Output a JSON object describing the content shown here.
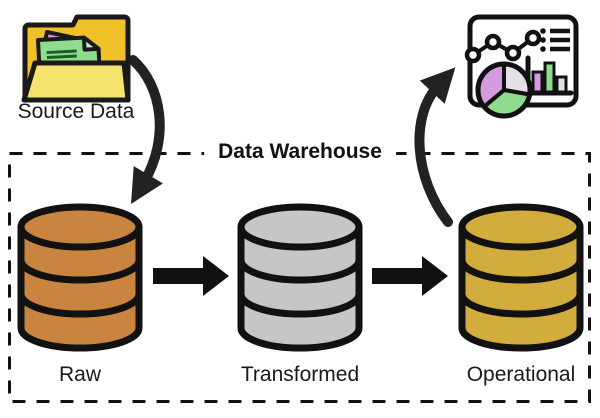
{
  "diagram": {
    "title": "Data Warehouse",
    "source": {
      "label": "Source Data"
    },
    "databases": [
      {
        "label": "Raw",
        "color": "#C98540"
      },
      {
        "label": "Transformed",
        "color": "#C6C6C6"
      },
      {
        "label": "Operational",
        "color": "#D2AC3C"
      }
    ],
    "colors": {
      "outline": "#1a1a1a",
      "arrow": "#222222",
      "folder_back": "#F0C128",
      "folder_flap": "#F6E36B",
      "doc_green": "#8FDC8F",
      "doc_green_fold": "#C8EFC8",
      "doc_pink": "#D98FE0",
      "doc_pink_fold": "#EFC9F2",
      "pie_purple": "#D49CDE",
      "pie_gray": "#E5E0E8",
      "pie_green": "#8FDC8F",
      "bar_purple": "#D49CDE",
      "bar_green": "#8FDC8F",
      "bar_gray": "#E5E0E8"
    }
  }
}
